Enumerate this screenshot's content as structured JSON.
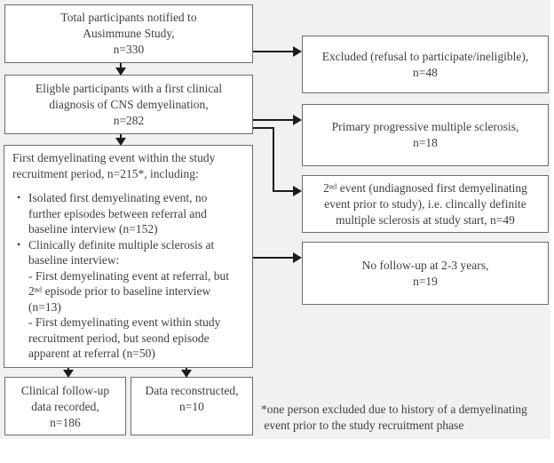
{
  "diagram": {
    "boxes": {
      "total": {
        "text": "Total participants notified to\nAusimmune Study,\nn=330"
      },
      "eligible": {
        "text": "Eligble participants with a first clinical\ndiagnosis of CNS demyelination,\nn=282"
      },
      "first_event": {
        "intro": "First demyelinating event within the study\nrecruitment period, n=215*, including:",
        "bullet_marker": "•",
        "bullet_1": "Isolated first demyelinating event, no\nfurther episodes between referral and\nbaseline interview (n=152)",
        "bullet_2": "Clinically definite multiple sclerosis at\nbaseline interview:",
        "bullet_2_sub_1": "- First demyelinating event at referral, but\n2ⁿᵈ episode prior to baseline interview\n(n=13)",
        "bullet_2_sub_2": "- First demyelinating event within study\nrecruitment period, but seond episode\napparent at referral (n=50)"
      },
      "excluded": {
        "text": "Excluded (refusal to participate/ineligible),\nn=48"
      },
      "primary_progressive": {
        "text": "Primary progressive multiple sclerosis,\nn=18"
      },
      "second_event": {
        "text": "2ⁿᵈ event (undiagnosed first demyelinating\nevent prior to study), i.e. clincally definite\nmultiple sclerosis at study start, n=49"
      },
      "no_followup": {
        "text": "No follow-up at 2-3 years,\nn=19"
      },
      "clinical_followup": {
        "text": "Clinical follow-up\ndata recorded,\nn=186"
      },
      "data_reconstructed": {
        "text": "Data reconstructed,\nn=10"
      }
    },
    "footnote": "*one person excluded due to history of a demyelinating\n event prior to the study recruitment phase",
    "colors": {
      "background": "#f1f1f1",
      "box_fill": "#ffffff",
      "box_border": "#6e6e6e",
      "text": "#3f3f3f",
      "arrow": "#1c1c1c"
    }
  }
}
